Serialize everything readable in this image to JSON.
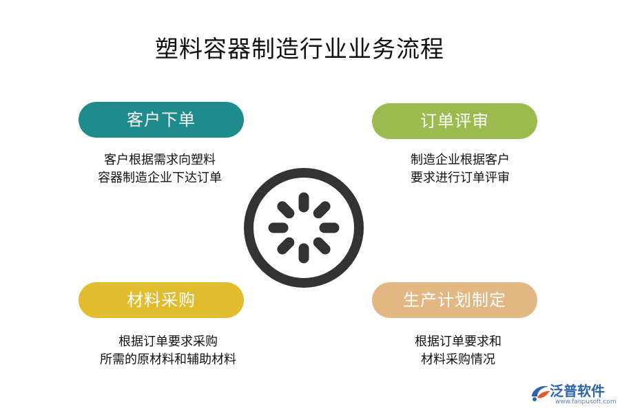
{
  "title": "塑料容器制造行业业务流程",
  "colors": {
    "step1": "#1e8c8c",
    "step2": "#9bbb4f",
    "step3": "#e2bc2f",
    "step4": "#e3b783",
    "icon": "#333333",
    "logo": "#2f63ad"
  },
  "center_icon": "loading-spinner-icon",
  "steps": [
    {
      "label": "客户下单",
      "desc": [
        "客户根据需求向塑料",
        "容器制造企业下达订单"
      ]
    },
    {
      "label": "订单评审",
      "desc": [
        "制造企业根据客户",
        "要求进行订单评审"
      ]
    },
    {
      "label": "材料采购",
      "desc": [
        "根据订单要求采购",
        "所需的原材料和辅助材料"
      ]
    },
    {
      "label": "生产计划制定",
      "desc": [
        "根据订单要求和",
        "材料采购情况"
      ]
    }
  ],
  "logo": {
    "name": "泛普软件",
    "url": "www.fanpusoft.com"
  }
}
